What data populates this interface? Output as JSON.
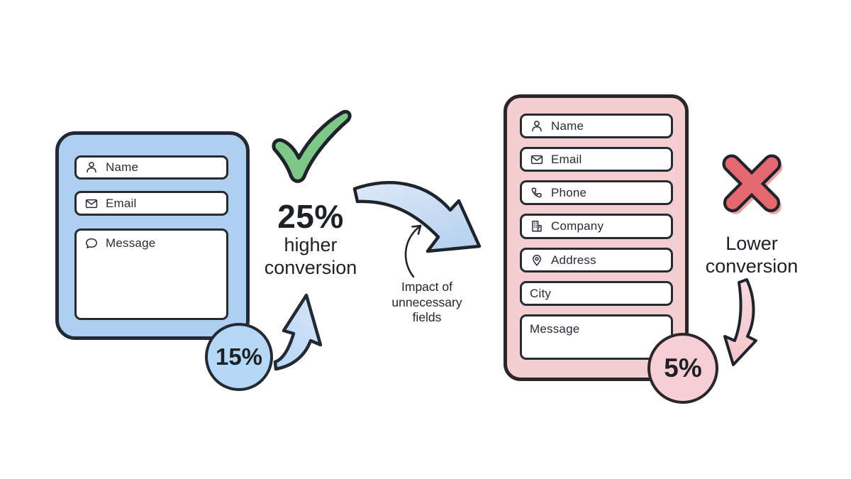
{
  "illustration": {
    "left_form": {
      "fields": [
        {
          "label": "Name",
          "icon": "person-icon"
        },
        {
          "label": "Email",
          "icon": "envelope-icon"
        },
        {
          "label": "Message",
          "icon": "speech-bubble-icon"
        }
      ],
      "badge_value": "15%",
      "stat_value": "25%",
      "stat_line1": "higher",
      "stat_line2": "conversion",
      "mark": "checkmark"
    },
    "caption": {
      "line1": "Impact of",
      "line2": "unnecessary",
      "line3": "fields"
    },
    "right_form": {
      "fields": [
        {
          "label": "Name",
          "icon": "person-icon"
        },
        {
          "label": "Email",
          "icon": "envelope-icon"
        },
        {
          "label": "Phone",
          "icon": "phone-icon"
        },
        {
          "label": "Company",
          "icon": "building-icon"
        },
        {
          "label": "Address",
          "icon": "map-pin-icon"
        },
        {
          "label": "City",
          "icon": ""
        },
        {
          "label": "Message",
          "icon": ""
        }
      ],
      "badge_value": "5%",
      "stat_line1": "Lower",
      "stat_line2": "conversion",
      "mark": "cross"
    },
    "colors": {
      "blue_form_fill": "#aed0f0",
      "blue_badge_fill": "#b4d8f6",
      "blue_arrow_fill": "#c9dcf2",
      "pink_form_fill": "#f5ced2",
      "pink_badge_fill": "#f6ced4",
      "pink_arrow_fill": "#f3c9cd",
      "check_green": "#7dc787",
      "cross_red": "#e5686e",
      "ink": "#242a35",
      "text": "#1d2126",
      "background": "#ffffff"
    }
  }
}
